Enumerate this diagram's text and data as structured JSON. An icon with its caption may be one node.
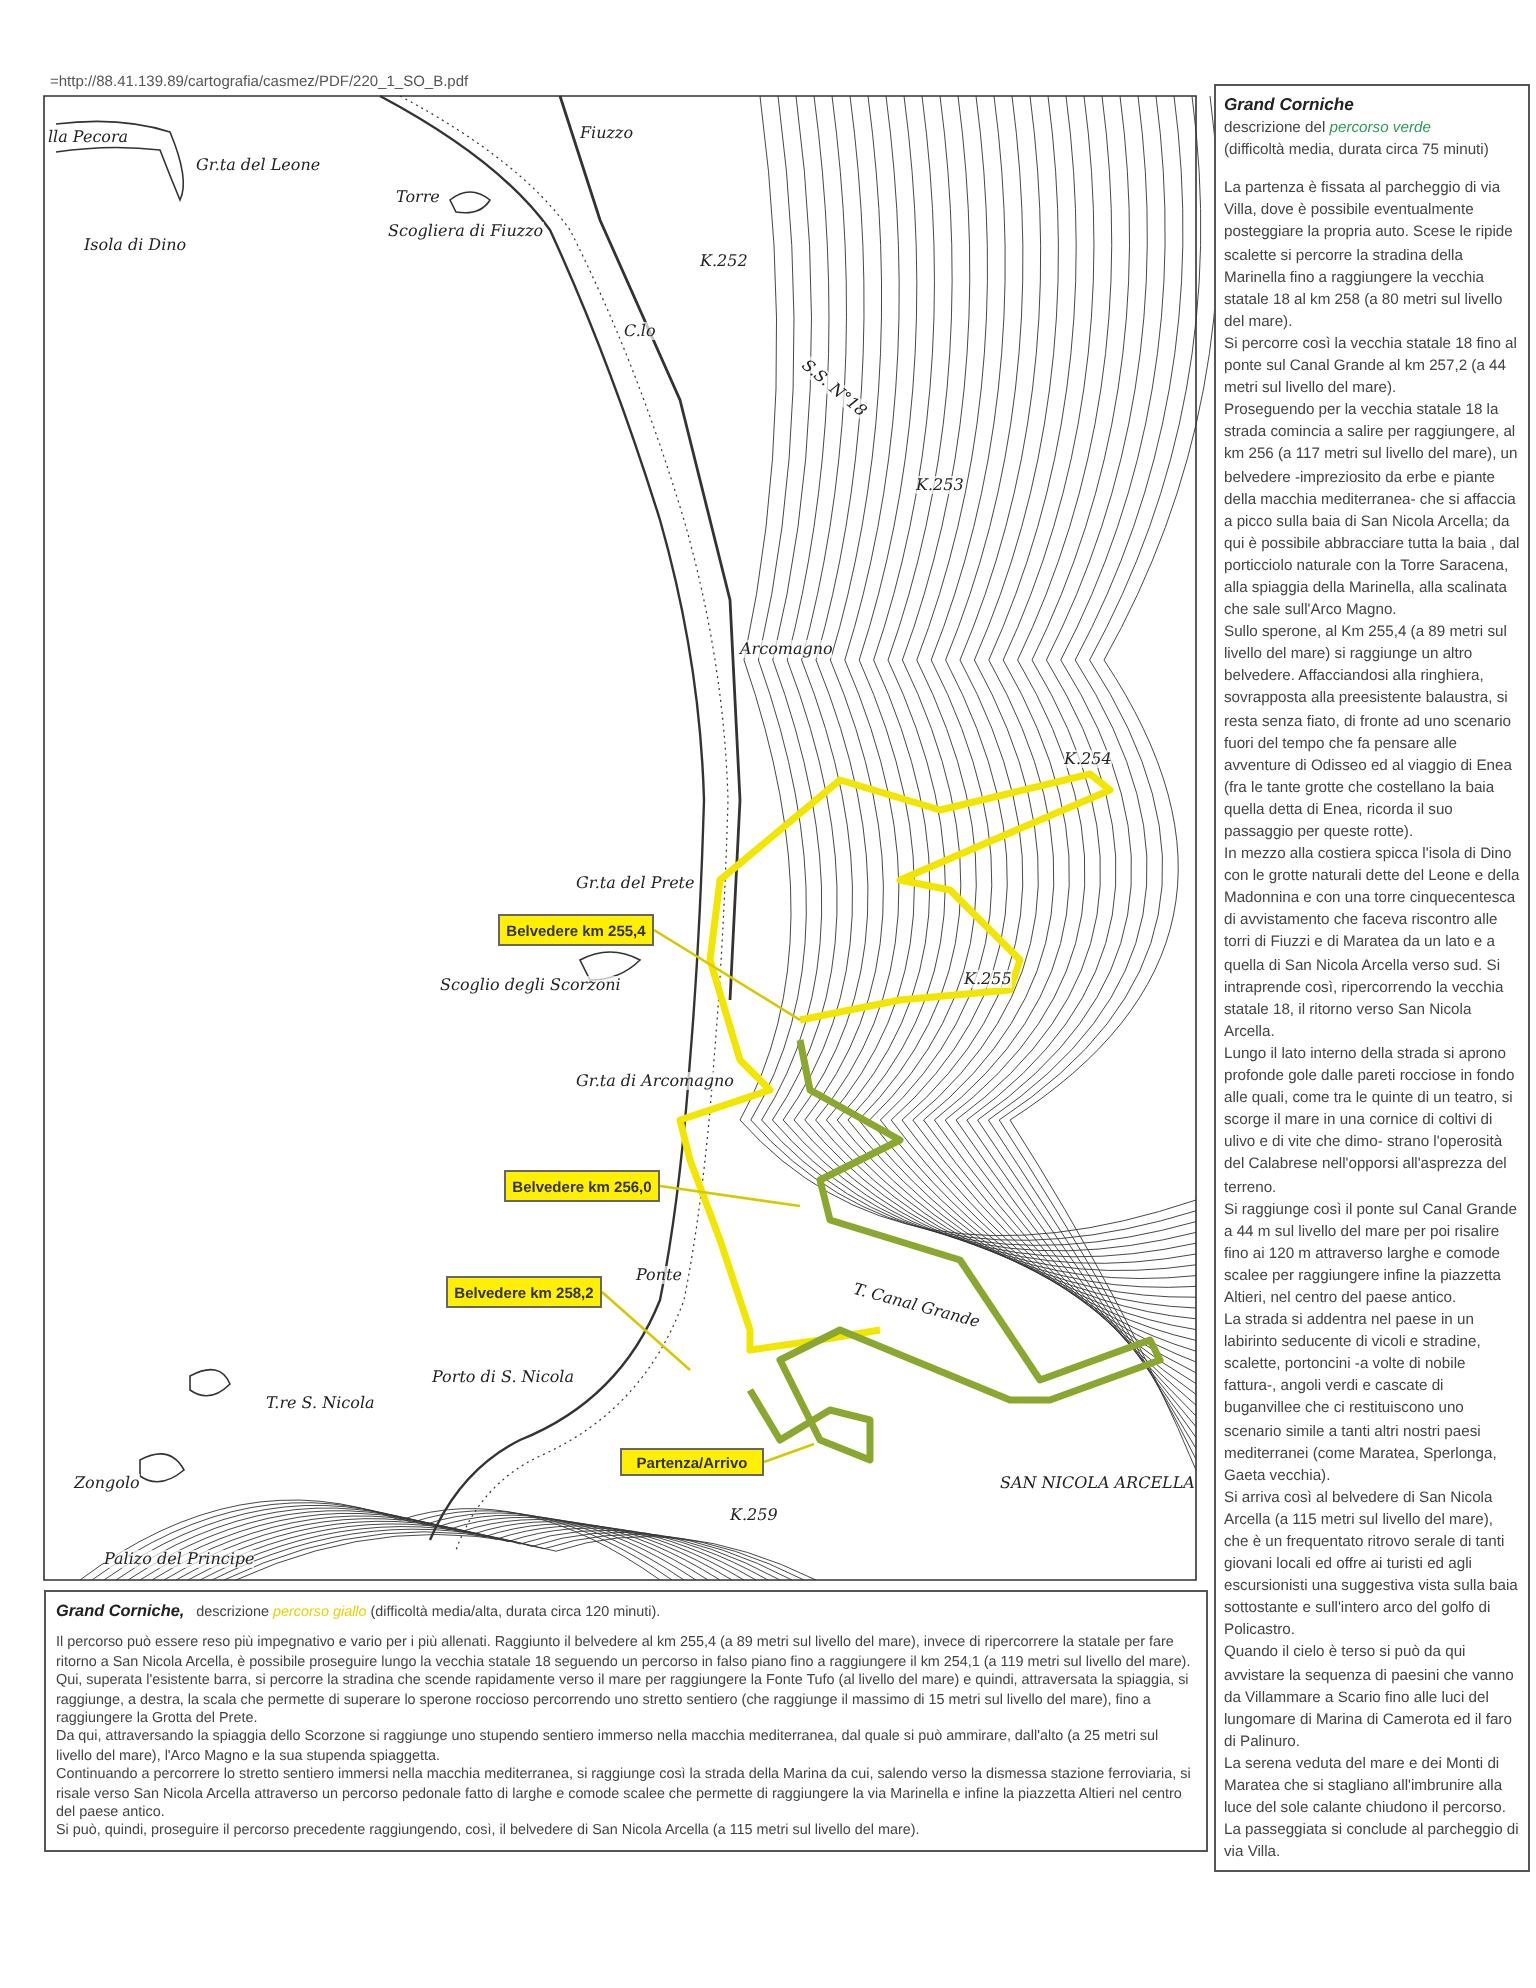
{
  "diagram": {
    "nodes": [
      {
        "text": [
          "Grand Corniche",
          "descrizione del *percorso verde*",
          "(difficoltà media, durata circa 75 minuti)",
          "La partenza è fissata al parcheggio di via Villa, dove è possibile eventualmente posteggiare la propria auto. Scese le ripide scalette si percorre la stradina della Marinella fino a raggiungere la vecchia statale 18 al km 258 (a 80 metri sul livello del mare).",
          "Si percorre così la vecchia statale 18 fino al ponte sul Canal Grande al km 257,2 (a 44 metri sul livello del mare).",
          "Proseguendo per la vecchia statale 18 la strada comincia a salire per raggiungere, al km 256 (a 117 metri sul livello del mare), un belvedere -impreziosito da erbe e piante della macchia mediterranea- che si affaccia a picco sulla baia di San Nicola Arcella; da qui è possibile abbracciare tutta la baia , dal porticciolo naturale con la Torre Saracena, alla spiaggia della Marinella, alla scalinata che sale sull'Arco Magno.",
          "Sullo sperone, al Km 255,4 (a 89 metri sul livello del mare) si raggiunge un altro belvedere. Affacciandosi alla ringhiera, sovrapposta alla preesistente balaustra, si resta senza fiato, di fronte ad uno scenario fuori del tempo che fa pensare alle avventure di Odisseo ed al viaggio di Enea (fra le tante grotte che costellano la baia quella detta di Enea, ricorda il suo passaggio per queste rotte).",
          "In mezzo alla costiera spicca l'isola di Dino con le grotte naturali dette del Leone e della Madonnina e con una torre cinquecentesca di avvistamento che faceva riscontro alle torri di Fiuzzi e di Maratea da un lato e a quella di San Nicola Arcella verso sud. Si intraprende così, ripercorrendo la vecchia statale 18, il ritorno verso San Nicola Arcella.",
          "Lungo il lato interno della strada si aprono profonde gole dalle pareti rocciose in fondo alle quali, come tra le quinte di un teatro, si scorge il mare in una cornice di coltivi di ulivo e di vite che dimo- strano l'operosità del Calabrese nell'opporsi all'asprezza del terreno.",
          "Si raggiunge così il ponte sul Canal Grande a 44 m sul livello del mare per poi risalire fino ai 120 m attraverso  larghe e comode scalee per raggiungere infine la piazzetta Altieri, nel centro del paese antico.",
          "La strada si addentra nel paese in un labirinto seducente di vicoli e stradine, scalette, portoncini -a volte di nobile fattura-, angoli verdi e cascate di buganvillee che ci restituiscono uno scenario simile a tanti altri nostri paesi mediterranei (come Maratea, Sperlonga, Gaeta vecchia).",
          "Si arriva così al belvedere di San Nicola Arcella (a 115 metri sul livello del mare), che è un frequentato ritrovo serale di tanti giovani locali ed offre ai turisti ed agli escursionisti una suggestiva vista sulla baia sottostante e sull'intero arco del golfo di Policastro.",
          "Quando il cielo è terso si può da qui avvistare la sequenza di paesini che vanno da Villammare a Scario fino alle luci del lungomare di Marina di Camerota ed il faro di Palinuro.",
          "La serena veduta del mare e dei Monti di Maratea che si stagliano all'imbrunire alla luce del sole calante chiudono il percorso. La passeggiata si conclude al parcheggio di via Villa."
        ]
      },
      {
        "text": [
          "Grand Corniche,",
          "descrizione  *percorso giallo*  (difficoltà media/alta, durata circa 120 minuti).",
          "Il  percorso può essere reso più impegnativo e vario per i più allenati. Raggiunto il belvedere al km 255,4 (a 89 metri sul livello del mare), invece di ripercorrere la statale per fare ritorno a San Nicola Arcella, è possibile proseguire lungo la vecchia statale 18 seguendo un percorso in falso piano fino a raggiungere il km 254,1 (a 119 metri sul livello del mare). Qui, superata l'esistente barra, si percorre la stradina che scende rapidamente verso il mare per raggiungere la Fonte Tufo (al livello del mare) e quindi, attraversata la spiaggia, si raggiunge, a destra, la scala che permette di superare lo sperone roccioso percorrendo uno stretto sentiero (che raggiunge il massimo di 15 metri sul livello del mare), fino a raggiungere la Grotta del Prete.",
          "Da qui, attraversando la spiaggia dello Scorzone si raggiunge uno stupendo sentiero immerso nella macchia mediterranea, dal quale si può ammirare, dall'alto (a 25 metri sul livello del mare), l'Arco Magno e la sua stupenda spiaggetta.",
          "Continuando a percorrere lo stretto sentiero immersi nella macchia mediterranea, si raggiunge così la strada della Marina da cui, salendo verso la dismessa stazione ferroviaria, si risale verso San Nicola Arcella attraverso un percorso pedonale fatto di larghe e comode scalee che permette di raggiungere la via Marinella e infine la piazzetta Altieri nel centro del paese antico.",
          "Si può, quindi, proseguire il percorso precedente raggiungendo, così, il belvedere di San Nicola Arcella (a 115 metri sul livello del mare)."
        ]
      },
      {
        "text": [
          "Belvedere km 255,4"
        ]
      },
      {
        "text": [
          "Belvedere km 256,0"
        ]
      },
      {
        "text": [
          "Belvedere km 258,2"
        ]
      },
      {
        "text": [
          "Partenza/Arrivo"
        ]
      }
    ],
    "edges": [
      {
        "from": 2,
        "to": null,
        "arrow": "none"
      },
      {
        "from": 3,
        "to": null,
        "arrow": "none"
      },
      {
        "from": 4,
        "to": null,
        "arrow": "none"
      },
      {
        "from": 5,
        "to": null,
        "arrow": "none"
      }
    ],
    "labels": [
      "=http://88.41.139.89/cartografia/casmez/PDF/220_1_SO_B.pdf",
      "lla Pecora",
      "Gr.ta del Leone",
      "Isola di Dino",
      "Torre",
      "Scogliera di Fiuzzo",
      "Fiuzzo",
      "K.252",
      "C.lo",
      "S.S. N°18",
      "K.253",
      "Arcomagno",
      "K.254",
      "Gr.ta del Prete",
      "Scoglio degli Scorzoni",
      "K.255",
      "Gr.ta di Arcomagno",
      "Ponte",
      "T. Canal Grande",
      "Porto di S. Nicola",
      "T.re S. Nicola",
      "Zongolo",
      "SAN NICOLA ARCELLA",
      "K.259",
      "Palizo del Principe"
    ]
  }
}
